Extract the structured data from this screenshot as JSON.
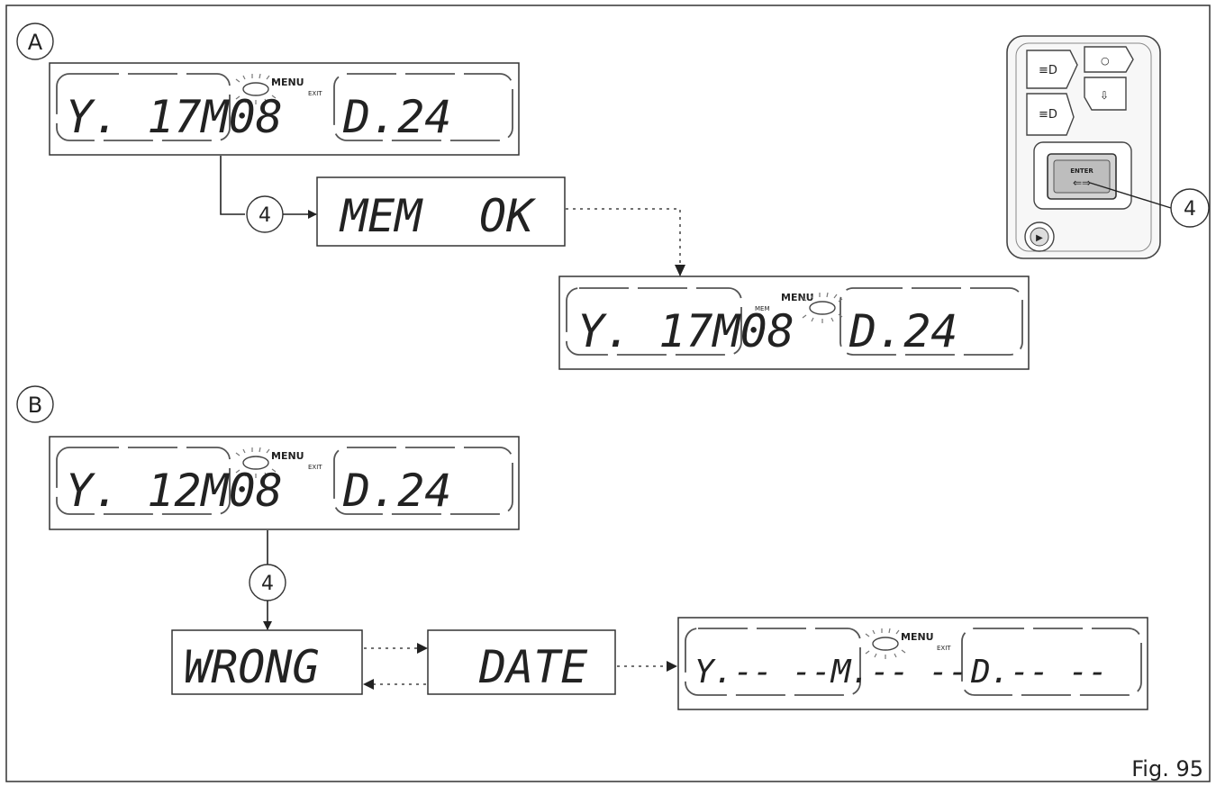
{
  "figure": {
    "caption": "Fig. 95",
    "callout_number": "4",
    "section_a": {
      "label": "A",
      "lcd_initial": {
        "date": "Y. 17M08",
        "menu": "MENU",
        "exit": "EXIT",
        "day": "D.24"
      },
      "confirm": {
        "left": "MEM",
        "right": "OK"
      },
      "lcd_saved": {
        "date": "Y. 17M08",
        "mem": "MEM",
        "menu": "MENU",
        "day": "D.24"
      }
    },
    "section_b": {
      "label": "B",
      "lcd_initial": {
        "date": "Y. 12M08",
        "menu": "MENU",
        "exit": "EXIT",
        "day": "D.24"
      },
      "error_word1": "WRONG",
      "error_word2": "DATE",
      "lcd_reset": {
        "date": "Y.-- --M.-- --",
        "menu": "MENU",
        "exit": "EXIT",
        "day": "D.-- --"
      }
    },
    "switch_panel": {
      "button_text": "ENTER"
    }
  }
}
